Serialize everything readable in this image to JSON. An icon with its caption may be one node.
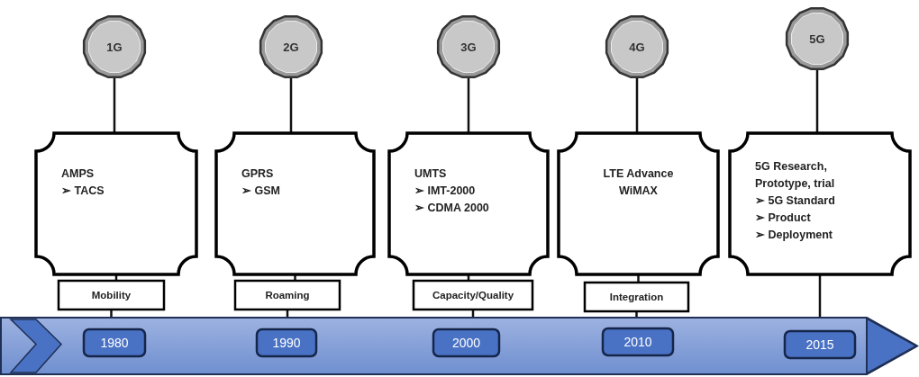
{
  "diagram": {
    "nodes": [
      {
        "text": [
          "1G"
        ]
      },
      {
        "text": [
          "2G"
        ]
      },
      {
        "text": [
          "3G"
        ]
      },
      {
        "text": [
          "4G"
        ]
      },
      {
        "text": [
          "5G"
        ]
      },
      {
        "text": [
          "AMPS",
          "➢ TACS"
        ]
      },
      {
        "text": [
          "GPRS",
          "➢ GSM"
        ]
      },
      {
        "text": [
          "UMTS",
          "➢ IMT-2000",
          "➢ CDMA 2000"
        ]
      },
      {
        "text": [
          "LTE Advance",
          "WiMAX"
        ]
      },
      {
        "text": [
          "5G Research, Prototype, trial",
          "➢ 5G Standard",
          "➢ Product",
          "➢ Deployment"
        ]
      },
      {
        "text": [
          "Mobility"
        ]
      },
      {
        "text": [
          "Roaming"
        ]
      },
      {
        "text": [
          "Capacity/Quality"
        ]
      },
      {
        "text": [
          "Integration"
        ]
      },
      {
        "text": [],
        "shape": "bar"
      },
      {
        "text": [
          "1980"
        ],
        "in": 14
      },
      {
        "text": [
          "1990"
        ],
        "in": 14
      },
      {
        "text": [
          "2000"
        ],
        "in": 14
      },
      {
        "text": [
          "2010"
        ],
        "in": 14
      },
      {
        "text": [
          "2015"
        ],
        "in": 14
      }
    ],
    "edges": [
      {
        "from": 0,
        "to": 5,
        "arrow": "none"
      },
      {
        "from": 1,
        "to": 6,
        "arrow": "none"
      },
      {
        "from": 2,
        "to": 7,
        "arrow": "none"
      },
      {
        "from": 3,
        "to": 8,
        "arrow": "none"
      },
      {
        "from": 4,
        "to": 9,
        "arrow": "none"
      },
      {
        "from": 5,
        "to": 10,
        "arrow": "none"
      },
      {
        "from": 6,
        "to": 11,
        "arrow": "none"
      },
      {
        "from": 7,
        "to": 12,
        "arrow": "none"
      },
      {
        "from": 8,
        "to": 13,
        "arrow": "none"
      },
      {
        "from": 10,
        "to": 14,
        "arrow": "none"
      },
      {
        "from": 11,
        "to": 14,
        "arrow": "none"
      },
      {
        "from": 12,
        "to": 14,
        "arrow": "none"
      },
      {
        "from": 13,
        "to": 14,
        "arrow": "none"
      },
      {
        "from": 9,
        "to": 14,
        "arrow": "none"
      }
    ]
  }
}
